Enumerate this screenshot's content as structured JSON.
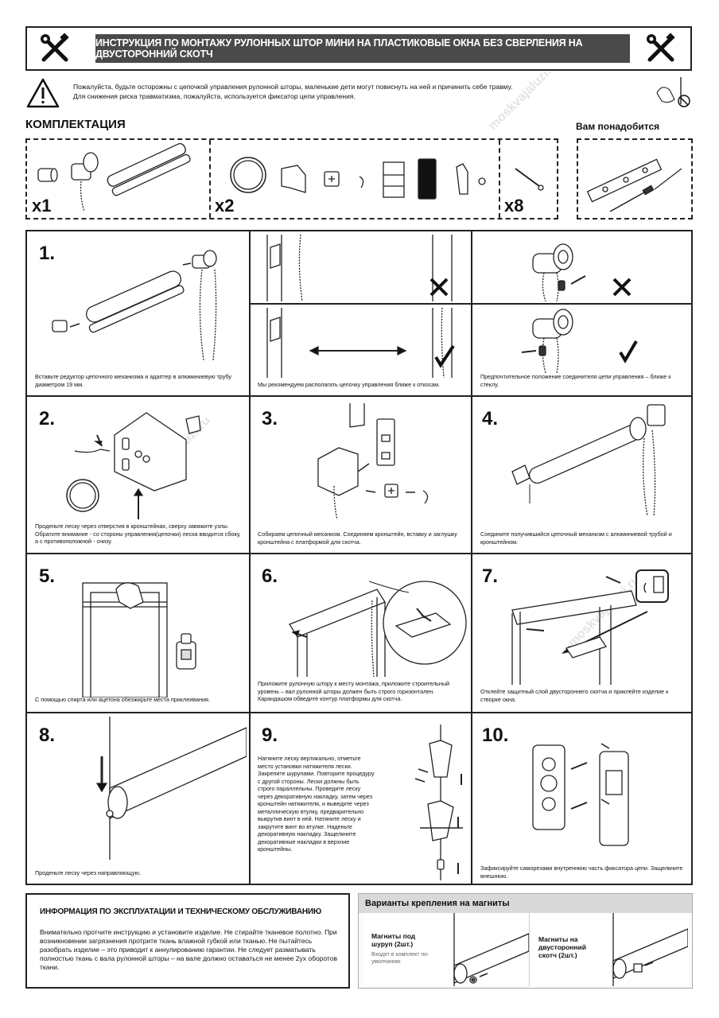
{
  "header": {
    "title": "ИНСТРУКЦИЯ ПО МОНТАЖУ РУЛОННЫХ ШТОР МИНИ НА ПЛАСТИКОВЫЕ ОКНА БЕЗ СВЕРЛЕНИЯ НА ДВУСТОРОННИЙ СКОТЧ",
    "left_icon": "tools-icon",
    "right_icon": "tools-icon"
  },
  "warning": {
    "line1": "Пожалуйста, будьте осторожны с цепочкой управления рулонной шторы, маленькие дети могут повиснуть на ней и причинить себе травму.",
    "line2": "Для снижения риска травматизма, пожалуйста, используется фиксатор цепи управления."
  },
  "kit": {
    "title": "КОМПЛЕКТАЦИЯ",
    "need_title": "Вам понадобится",
    "qty1": "x1",
    "qty2": "x2",
    "qty3": "x8"
  },
  "watermark": "moskvajaluzi.ru",
  "steps": {
    "s1": {
      "num": "1.",
      "caption": "Вставьте редуктор цепочного механизма и адаптер в алюминиевую трубу диаметром 19 мм."
    },
    "s1b": {
      "caption": "Мы рекомендуем располагать цепочку управления ближе к откосам."
    },
    "s1c": {
      "caption": "Предпочтительное положение соединителя цепи управления – ближе к стеклу."
    },
    "s2": {
      "num": "2.",
      "caption": "Проденьте леску через отверстия в кронштейнах, сверху завяжите узлы. Обратите внимание - со стороны управления(цепочки) леска вводится сбоку, а с противоположной - снизу."
    },
    "s3": {
      "num": "3.",
      "caption": "Собираем цепочный механизм. Соединяем кронштейн, вставку и заглушку кронштейна с платформой для скотча."
    },
    "s4": {
      "num": "4.",
      "caption": "Соедините получившийся цепочный механизм с алюминиевой трубой и кронштейном."
    },
    "s5": {
      "num": "5.",
      "caption": "С помощью спирта или ацетона обезжирьте места приклеивания."
    },
    "s6": {
      "num": "6.",
      "caption": "Приложите рулонную штору к месту монтажа, приложите строительный уровень – вал рулонной шторы должен быть строго горизонтален. Карандашом обведите контур платформы для скотча."
    },
    "s7": {
      "num": "7.",
      "caption": "Отклейте защитный слой двустороннего скотча и приклейте изделие к створке окна."
    },
    "s8": {
      "num": "8.",
      "caption": "Проденьте леску через направляющую."
    },
    "s9": {
      "num": "9.",
      "caption": "Натяните леску вертикально, отметьте место установки натяжителя лески. Закрепите шурупами. Повторите процедуру с другой стороны. Лески должны быть строго параллельны. Проведите леску через декоративную накладку, затем через кронштейн натяжителя, и выведите через металлическую втулку, предварительно выкрутив винт в ней. Натяните леску и закрутите винт во втулке. Наденьте декоративную накладку. Защелкните декоративные накладки в верхние кронштейны."
    },
    "s10": {
      "num": "10.",
      "caption": "Зафиксируйте саморезами внутреннюю часть фиксатора цепи. Защелкните внешнюю."
    }
  },
  "info": {
    "title": "ИНФОРМАЦИЯ ПО ЭКСПЛУАТАЦИИ И ТЕХНИЧЕСКОМУ ОБСЛУЖИВАНИЮ",
    "text": "Внимательно протчите инструкцию и установите изделие. Не стирайте тканевое полотно. При возникновении загрязнения протрите ткань влажной губкой или тканью. Не пытайтесь разобрать изделие – это приводит к аннулированию гарантии. Не следует разматывать полностью ткань с вала рулонной шторы – на вале должно оставаться не менее 2ух оборотов ткани."
  },
  "magnets": {
    "title": "Варианты крепления на магниты",
    "opt1_title": "Магниты под шуруп (2шт.)",
    "opt1_note": "Входят в комплект по-умолчанию",
    "opt2_title": "Магниты на двусторонний скотч (2шт.)"
  }
}
